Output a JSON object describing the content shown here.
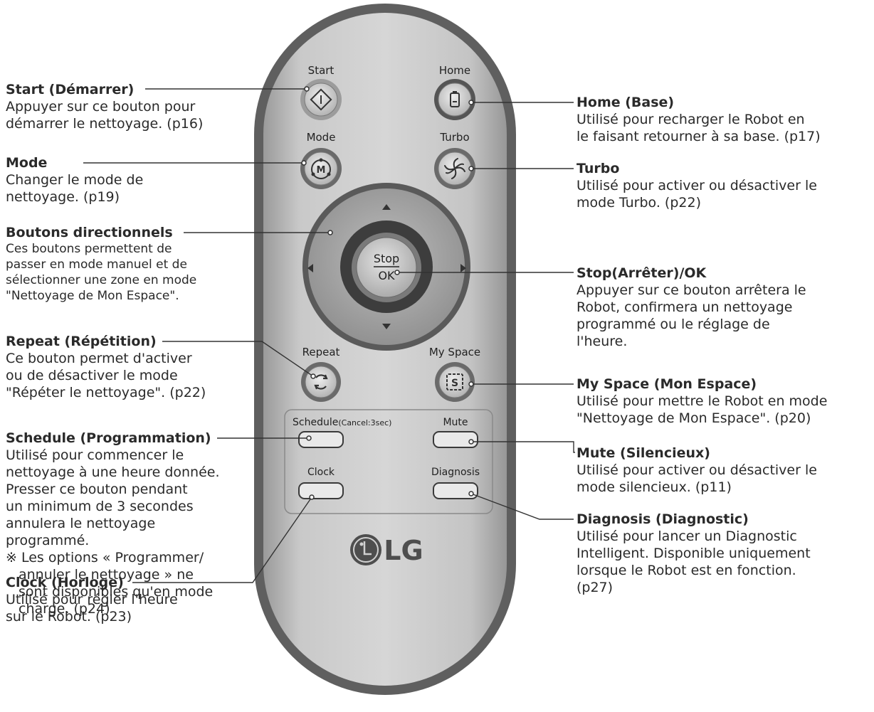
{
  "remote": {
    "buttons": {
      "start": "Start",
      "home": "Home",
      "mode": "Mode",
      "turbo": "Turbo",
      "stop": "Stop",
      "ok": "OK",
      "repeat": "Repeat",
      "my_space": "My Space",
      "schedule": "Schedule",
      "schedule_cancel": "(Cancel:3sec)",
      "mute": "Mute",
      "clock": "Clock",
      "diagnosis": "Diagnosis"
    },
    "logo": "LG"
  },
  "callouts": {
    "start": {
      "title": "Start (Démarrer)",
      "desc": "Appuyer sur ce bouton pour\ndémarrer le nettoyage. (p16)"
    },
    "mode": {
      "title": "Mode",
      "desc": "Changer le mode de\nnettoyage. (p19)"
    },
    "directional": {
      "title": "Boutons directionnels",
      "desc": "Ces boutons permettent de\npasser en mode manuel et de\nsélectionner une zone en mode\n\"Nettoyage de Mon Espace\"."
    },
    "repeat": {
      "title": "Repeat (Répétition)",
      "desc": "Ce bouton permet d'activer\nou de désactiver le mode\n\"Répéter le nettoyage\". (p22)"
    },
    "schedule": {
      "title": "Schedule (Programmation)",
      "desc": "Utilisé pour commencer le\nnettoyage à une heure donnée.\nPresser ce bouton pendant\nun minimum de 3 secondes\nannulera le nettoyage\nprogrammé.",
      "note": "※ Les options « Programmer/\nannuler le nettoyage » ne\nsont disponibles qu'en mode\ncharge. (p24)"
    },
    "clock": {
      "title": "Clock (Horloge)",
      "desc": "Utilisé pour régler l'heure\nsur le Robot. (p23)"
    },
    "home": {
      "title": "Home (Base)",
      "desc": "Utilisé pour recharger le Robot en\nle faisant retourner à sa base. (p17)"
    },
    "turbo": {
      "title": "Turbo",
      "desc": "Utilisé pour activer ou désactiver le\nmode Turbo. (p22)"
    },
    "stop_ok": {
      "title": "Stop(Arrêter)/OK",
      "desc": "Appuyer sur ce bouton arrêtera le\nRobot, confirmera un nettoyage\nprogrammé ou le réglage de\nl'heure."
    },
    "my_space": {
      "title": "My Space (Mon Espace)",
      "desc": "Utilisé pour mettre le Robot en mode\n\"Nettoyage de Mon Espace\". (p20)"
    },
    "mute": {
      "title": "Mute (Silencieux)",
      "desc": "Utilisé pour activer ou désactiver le\nmode silencieux. (p11)"
    },
    "diagnosis": {
      "title": "Diagnosis (Diagnostic)",
      "desc": "Utilisé pour lancer un Diagnostic\nIntelligent. Disponible uniquement\nlorsque le Robot est en fonction.\n(p27)"
    }
  }
}
